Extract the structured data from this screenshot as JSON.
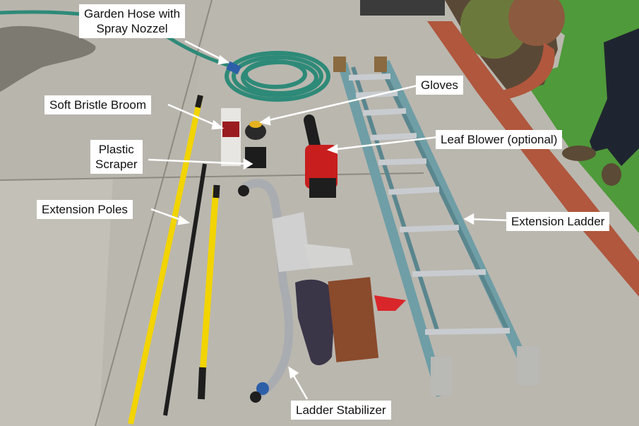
{
  "labels": {
    "hose": "Garden Hose with\nSpray Nozzel",
    "broom": "Soft Bristle Broom",
    "scraper": "Plastic\nScraper",
    "poles": "Extension Poles",
    "gloves": "Gloves",
    "blower": "Leaf Blower (optional)",
    "ladder": "Extension Ladder",
    "stabilizer": "Ladder Stabilizer"
  },
  "colors": {
    "concrete": "#b9b6ae",
    "pole_yellow": "#f2d400",
    "ladder_blue": "#6f9ea6",
    "hose_green": "#2e8a78",
    "blower_red": "#c81e1e",
    "grass": "#4f9a3a",
    "brick": "#b0573d",
    "callout_bg": "#ffffff"
  }
}
